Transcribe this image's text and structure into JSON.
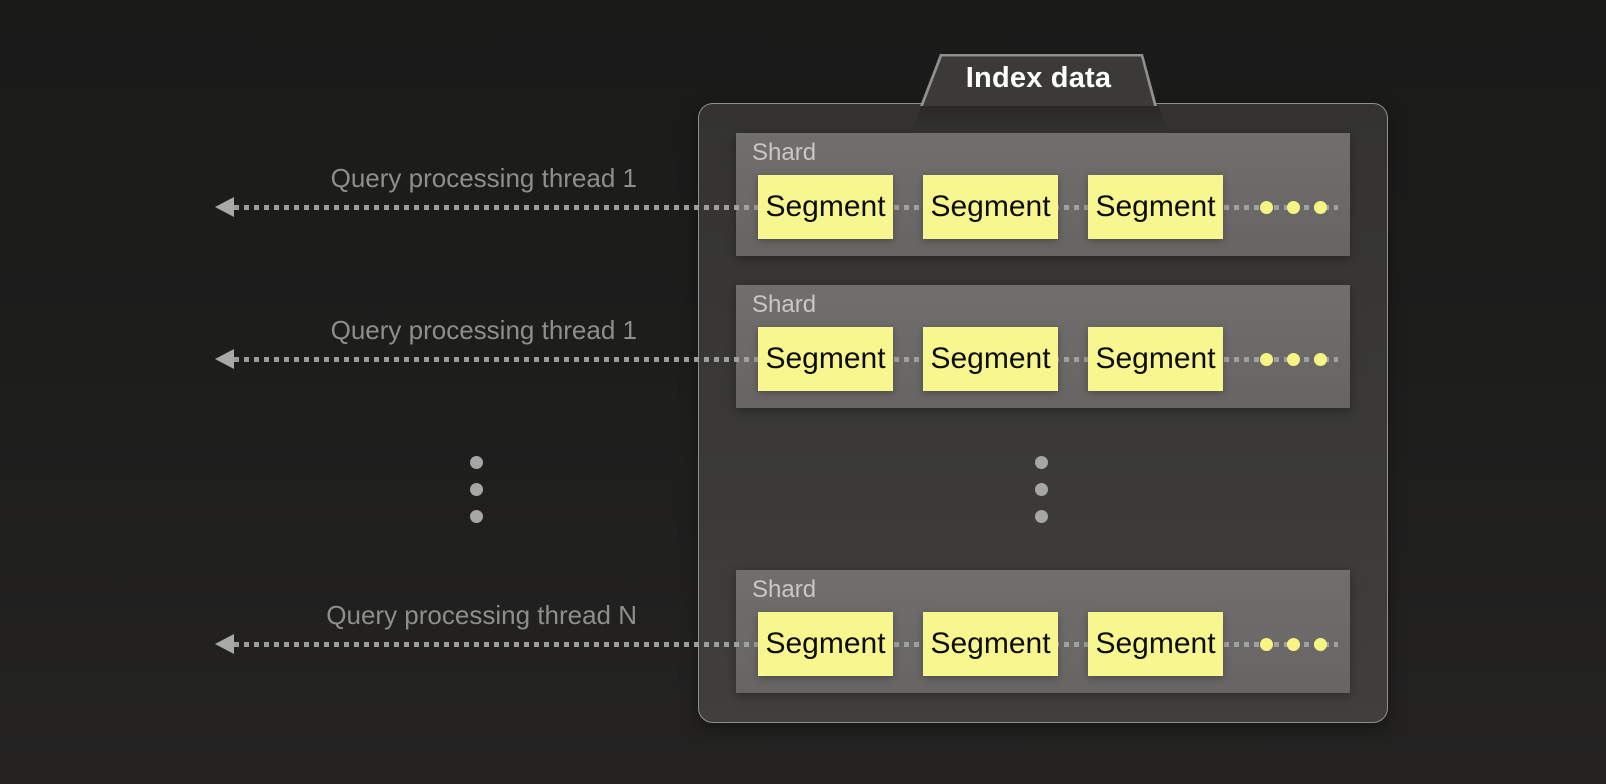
{
  "index": {
    "title": "Index data"
  },
  "shards": [
    {
      "label": "Shard",
      "segments": [
        {
          "label": "Segment"
        },
        {
          "label": "Segment"
        },
        {
          "label": "Segment"
        }
      ]
    },
    {
      "label": "Shard",
      "segments": [
        {
          "label": "Segment"
        },
        {
          "label": "Segment"
        },
        {
          "label": "Segment"
        }
      ]
    },
    {
      "label": "Shard",
      "segments": [
        {
          "label": "Segment"
        },
        {
          "label": "Segment"
        },
        {
          "label": "Segment"
        }
      ]
    }
  ],
  "threads": [
    {
      "label": "Query processing thread 1"
    },
    {
      "label": "Query processing thread 1"
    },
    {
      "label": "Query processing thread N"
    }
  ],
  "icons": {
    "arrow": "left-arrow",
    "more_segments": "horizontal-ellipsis-dots",
    "more_shards": "vertical-ellipsis-dots",
    "more_threads": "vertical-ellipsis-dots"
  },
  "colors": {
    "background": "#1d1d1c",
    "container_fill": "#3a3937",
    "container_border": "#8f8f8d",
    "shard_fill": "#6b6a68",
    "segment_fill": "#f8f78f",
    "segment_text": "#0d0d0d",
    "dotted_line": "#a3a3a1",
    "thread_label": "#8e8e8c",
    "more_segment_dot": "#f6f584",
    "title_text": "#ffffff"
  }
}
